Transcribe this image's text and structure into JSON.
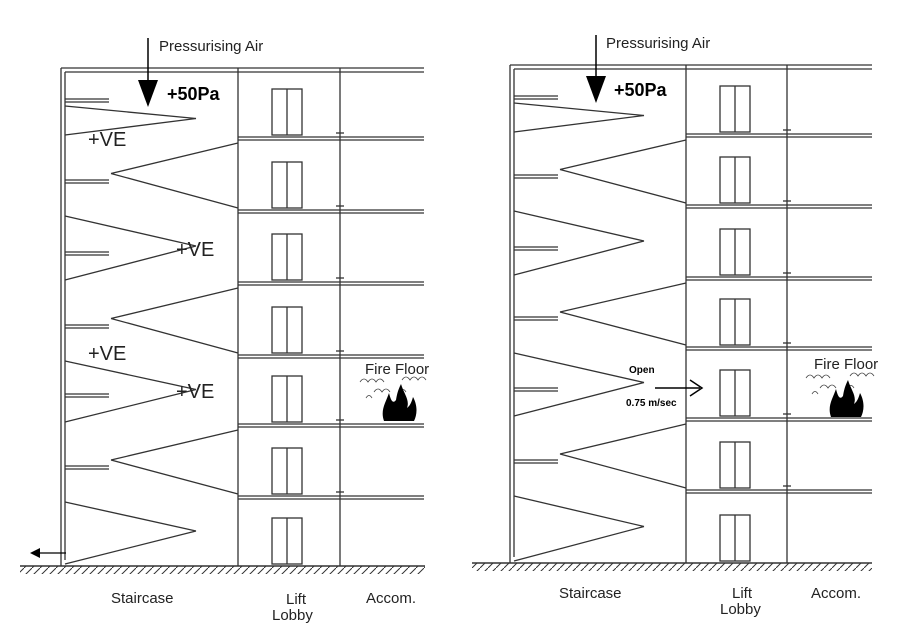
{
  "diagrams": [
    {
      "pressurising_air": "Pressurising Air",
      "pressure": "+50Pa",
      "ve_labels": [
        "+VE",
        "+VE",
        "+VE",
        "+VE"
      ],
      "fire_floor": "Fire Floor",
      "labels": {
        "staircase": "Staircase",
        "lift": "Lift",
        "lobby": "Lobby",
        "accom": "Accom."
      }
    },
    {
      "pressurising_air": "Pressurising Air",
      "pressure": "+50Pa",
      "open_label": "Open",
      "velocity_label": "0.75 m/sec",
      "fire_floor": "Fire Floor",
      "labels": {
        "staircase": "Staircase",
        "lift": "Lift",
        "lobby": "Lobby",
        "accom": "Accom."
      }
    }
  ],
  "icons": [
    "pressurising-arrow-icon",
    "fire-icon",
    "smoke-icon",
    "exit-arrow-icon",
    "airflow-arrow-icon"
  ]
}
